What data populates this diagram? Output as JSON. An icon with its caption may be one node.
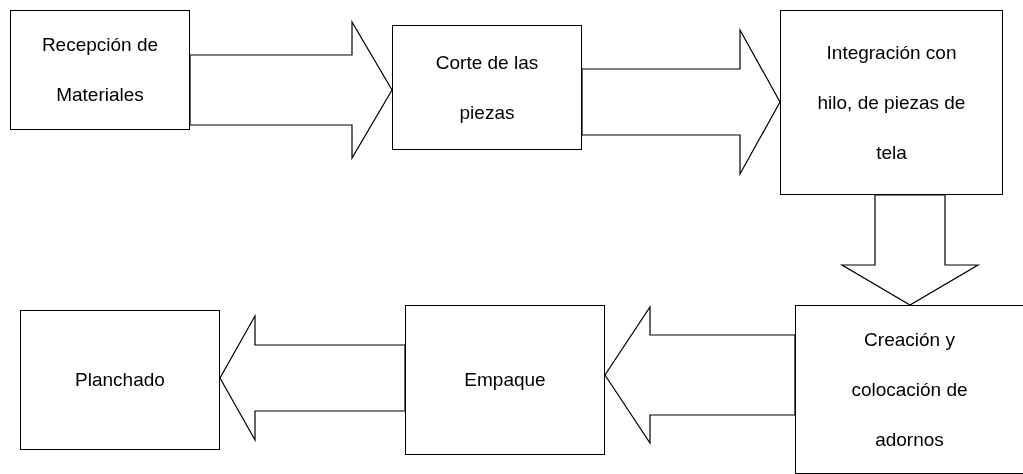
{
  "diagram": {
    "nodes": [
      {
        "text": [
          "Recepción de Materiales"
        ]
      },
      {
        "text": [
          "Corte de las piezas"
        ]
      },
      {
        "text": [
          "Integración con hilo, de piezas de tela"
        ]
      },
      {
        "text": [
          "Creación y colocación de adornos"
        ]
      },
      {
        "text": [
          "Empaque"
        ]
      },
      {
        "text": [
          "Planchado"
        ]
      }
    ],
    "edges": [
      {
        "from": 0,
        "to": 1,
        "arrow": "to"
      },
      {
        "from": 1,
        "to": 2,
        "arrow": "to"
      },
      {
        "from": 2,
        "to": 3,
        "arrow": "to"
      },
      {
        "from": 3,
        "to": 4,
        "arrow": "to"
      },
      {
        "from": 4,
        "to": 5,
        "arrow": "to"
      }
    ]
  }
}
